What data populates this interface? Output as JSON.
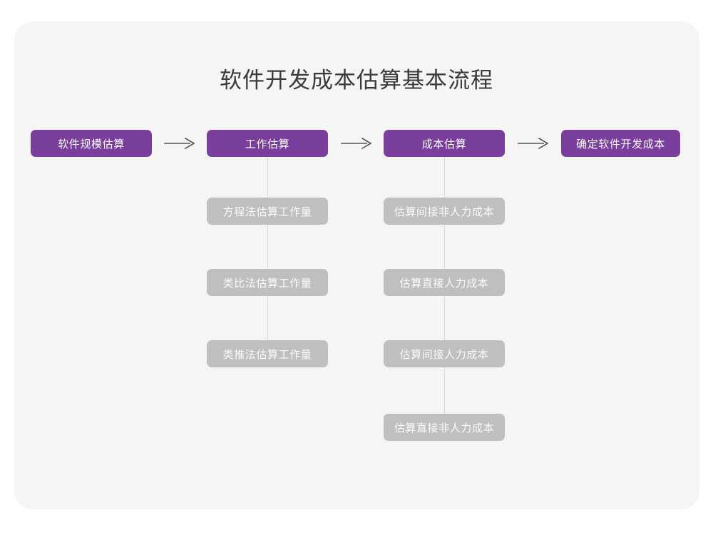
{
  "diagram": {
    "title": "软件开发成本估算基本流程",
    "colors": {
      "canvas": "#ffffff",
      "card": "#f5f5f5",
      "primary": "#7a3e9d",
      "secondary": "#bfbfbf",
      "connector": "#d8d8d8",
      "title_text": "#3b3b3b",
      "node_text": "#ffffff"
    },
    "primary_steps": [
      {
        "id": "scale",
        "label": "软件规模估算"
      },
      {
        "id": "work",
        "label": "工作估算"
      },
      {
        "id": "cost",
        "label": "成本估算"
      },
      {
        "id": "final",
        "label": "确定软件开发成本"
      }
    ],
    "arrows": [
      {
        "id": "arrow-1",
        "glyph": "⟶",
        "from": "软件规模估算",
        "to": "工作估算"
      },
      {
        "id": "arrow-2",
        "glyph": "⟶",
        "from": "工作估算",
        "to": "成本估算"
      },
      {
        "id": "arrow-3",
        "glyph": "⟶",
        "from": "成本估算",
        "to": "确定软件开发成本"
      }
    ],
    "branches": [
      {
        "parent": "工作估算",
        "items": [
          {
            "label": "方程法估算工作量"
          },
          {
            "label": "类比法估算工作量"
          },
          {
            "label": "类推法估算工作量"
          }
        ]
      },
      {
        "parent": "成本估算",
        "items": [
          {
            "label": "估算间接非人力成本"
          },
          {
            "label": "估算直接人力成本"
          },
          {
            "label": "估算间接人力成本"
          },
          {
            "label": "估算直接非人力成本"
          }
        ]
      }
    ]
  }
}
